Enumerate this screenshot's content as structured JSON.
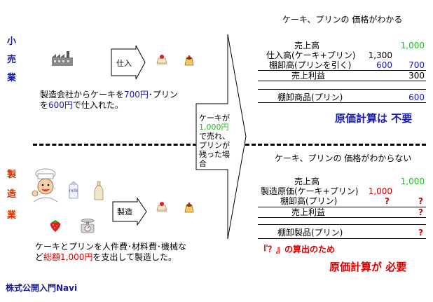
{
  "retail": {
    "label": [
      "小",
      "売",
      "業"
    ],
    "header": "ケーキ、プリンの 価格がわかる",
    "box_label": "仕入",
    "desc_line1_pre": "製造会社からケーキを",
    "desc_line1_price": "700円",
    "desc_line1_post": "･プリン",
    "desc_line2_pre": "を",
    "desc_line2_price": "600円",
    "desc_line2_post": "で仕入れた。",
    "rows": {
      "sales_label": "売上高",
      "sales_value": "1,000",
      "purchase_label": "仕入高(ケーキ+プリン)",
      "purchase_value": "1,300",
      "inventory_label": "棚卸高(プリンを引く)",
      "inventory_value1": "600",
      "inventory_value2": "700",
      "profit_label": "売上利益",
      "profit_value": "300",
      "goods_label": "棚卸商品(プリン)",
      "goods_value": "600"
    },
    "conclusion": "原価計算は 不要"
  },
  "arrow_text": {
    "l1": "ケーキが",
    "l2": "1,000円",
    "l3": "で売れ、",
    "l4": "プリンが",
    "l5": "残った場",
    "l6": "合"
  },
  "manufacturing": {
    "label": [
      "製",
      "造",
      "業"
    ],
    "header": "ケーキ、プリンの 価格がわからない",
    "box_label": "製造",
    "milk_label": "milk",
    "desc_line1": "ケーキとプリンを人件費･材料費･機械な",
    "desc_line2_pre": "ど",
    "desc_line2_total": "総額1,000円",
    "desc_line2_post": "を支出して製造した。",
    "rows": {
      "sales_label": "売上高",
      "sales_value": "1,000",
      "cost_label": "製造原価(ケーキ+プリン)",
      "cost_value": "1,000",
      "inventory_label": "棚卸高(プリン)",
      "inventory_value1": "?",
      "inventory_value2": "?",
      "profit_label": "売上利益",
      "profit_value": "?",
      "products_label": "棚卸製品(プリン)",
      "products_value": "?"
    },
    "note": "『？』の算出のため",
    "conclusion": "原価計算が 必要"
  },
  "footer": "株式公開入門Navi",
  "colors": {
    "blue": "#1a1aaa",
    "green": "#22bb22",
    "red": "#d80000"
  }
}
